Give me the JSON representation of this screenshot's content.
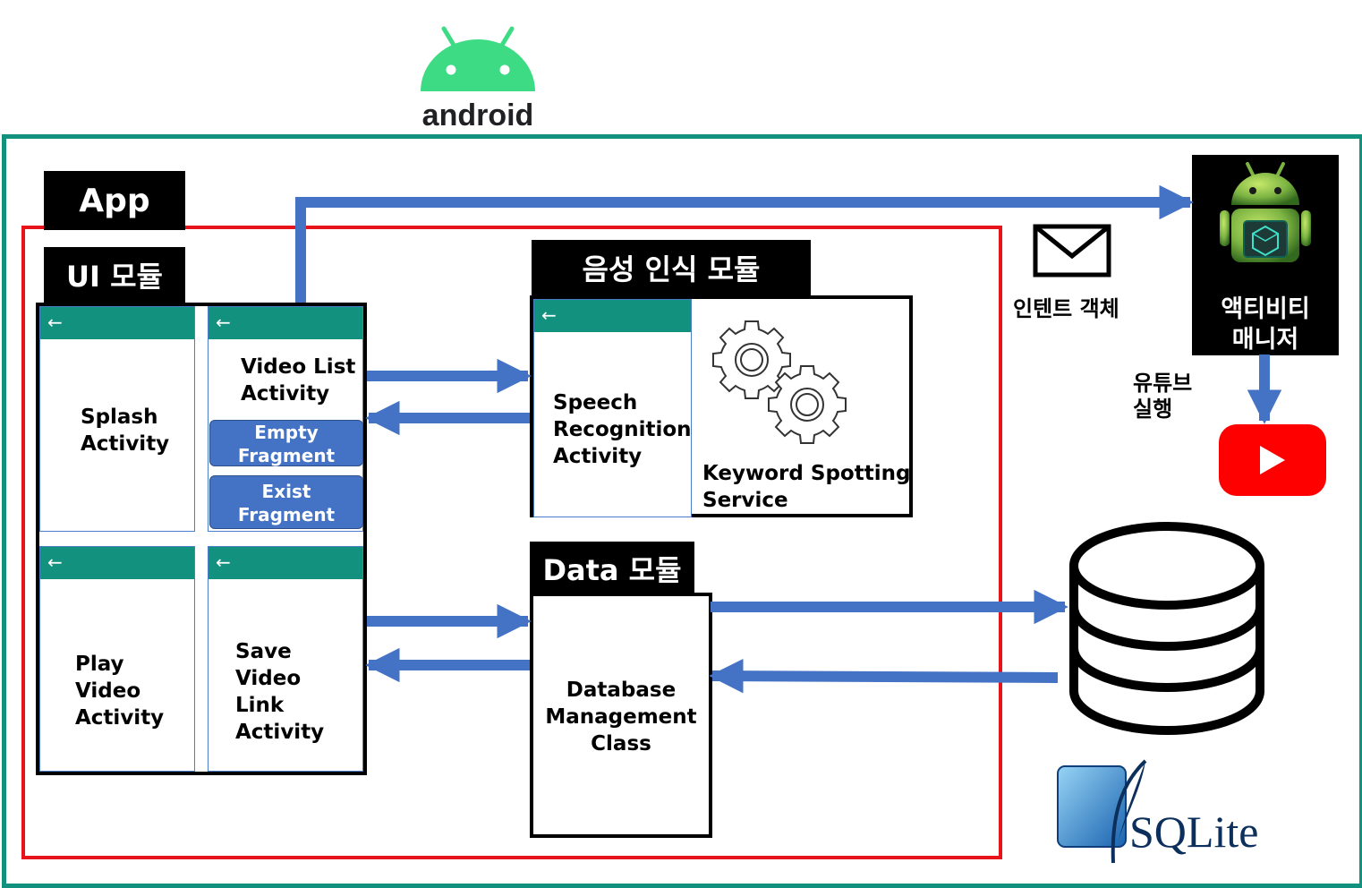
{
  "logo": {
    "android_wordmark": "android"
  },
  "app": {
    "tag": "App"
  },
  "ui_module": {
    "tag": "UI 모듈",
    "screens": [
      {
        "label": "Splash\nActivity"
      },
      {
        "label": "Video List\nActivity"
      },
      {
        "label": "Play Video\nActivity"
      },
      {
        "label": "Save Video\nLink\nActivity"
      }
    ],
    "fragments": [
      "Empty\nFragment",
      "Exist\nFragment"
    ],
    "back_icon": "←"
  },
  "speech_module": {
    "tag": "음성 인식 모듈",
    "activity_label": "Speech\nRecognition\nActivity",
    "service_label": "Keyword Spotting\nService",
    "icon": "gears-icon"
  },
  "data_module": {
    "tag": "Data 모듈",
    "class_label": "Database\nManagement\nClass"
  },
  "intent": {
    "label": "인텐트 객체",
    "icon": "envelope-icon"
  },
  "activity_manager": {
    "label": "액티비티\n매니저"
  },
  "youtube": {
    "label": "유튜브\n실행",
    "icon": "youtube-icon"
  },
  "database": {
    "icon": "database-icon",
    "sqlite_wordmark": "SQLite"
  },
  "colors": {
    "teal": "#12917f",
    "red": "#e8141c",
    "arrow_blue": "#4472c4",
    "android_green": "#3ddc84",
    "youtube_red": "#ff0000"
  }
}
